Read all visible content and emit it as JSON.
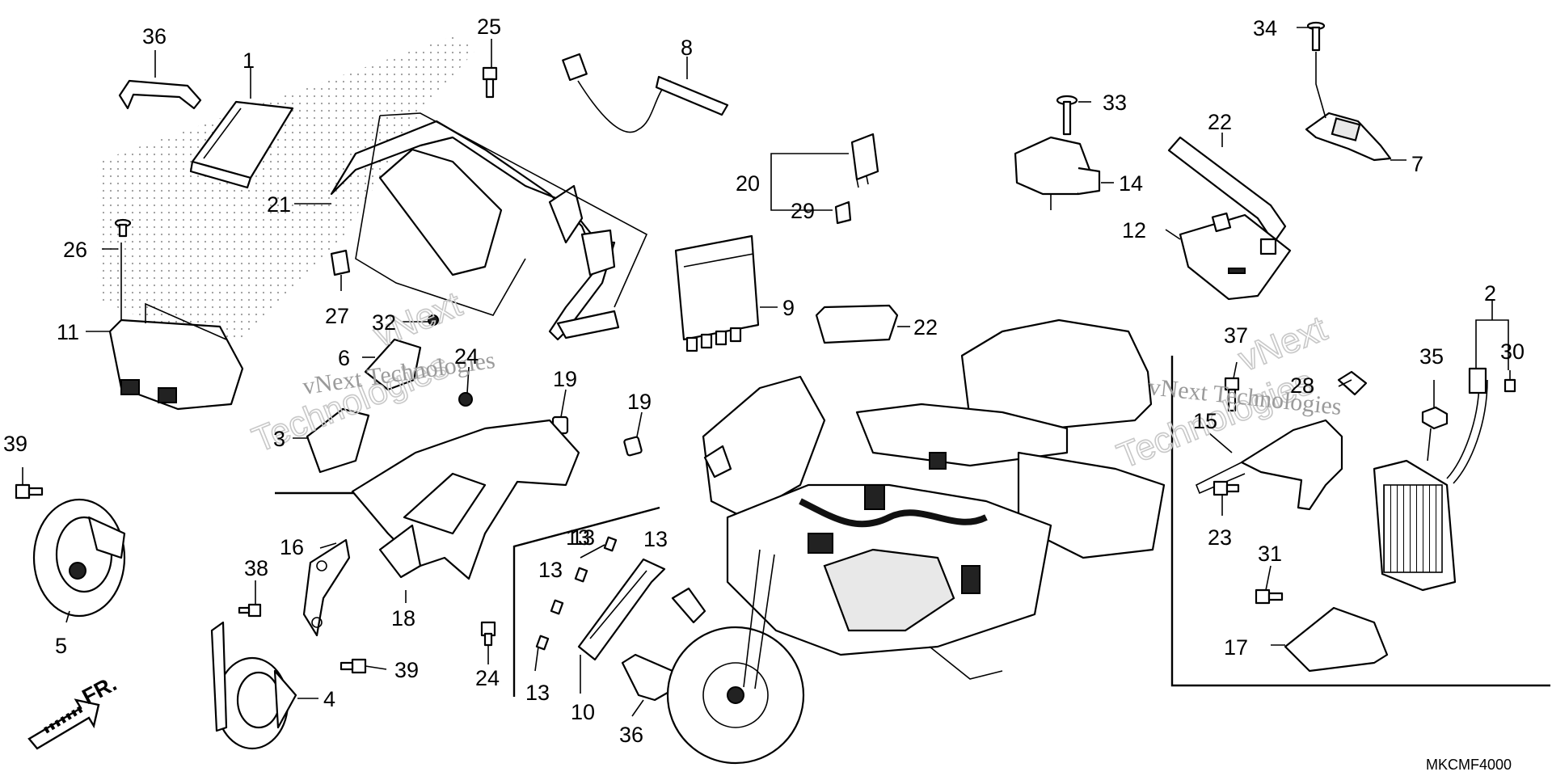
{
  "diagram": {
    "callouts": [
      "36",
      "1",
      "25",
      "8",
      "34",
      "33",
      "22",
      "7",
      "14",
      "20",
      "29",
      "21",
      "26",
      "27",
      "9",
      "22",
      "12",
      "11",
      "32",
      "6",
      "24",
      "19",
      "19",
      "37",
      "28",
      "35",
      "30",
      "2",
      "3",
      "15",
      "39",
      "23",
      "13",
      "13",
      "13",
      "13",
      "16",
      "38",
      "31",
      "18",
      "17",
      "39",
      "5",
      "24",
      "4",
      "13",
      "10",
      "36"
    ],
    "watermark": {
      "brand": "vNext",
      "line1": "vNext Technologies",
      "line2": "Technologies"
    },
    "direction_label": "FR.",
    "reference_code": "MKCMF4000"
  }
}
